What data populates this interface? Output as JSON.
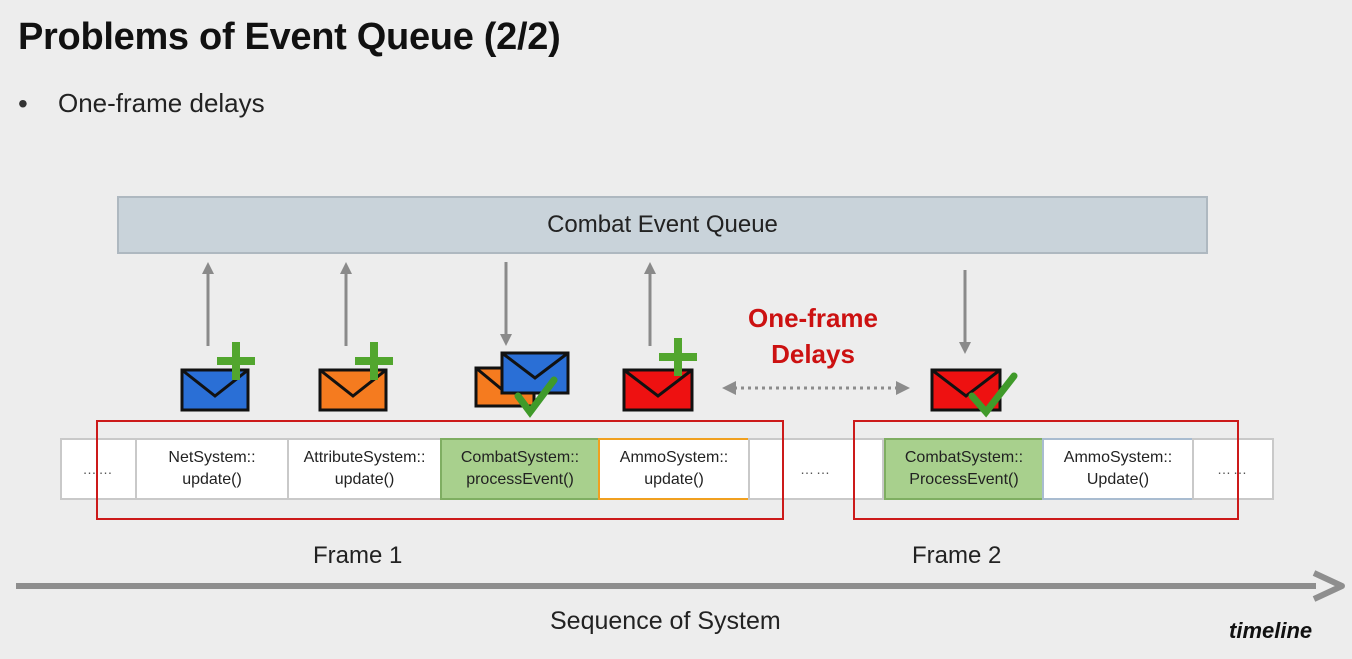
{
  "slide": {
    "title": "Problems of Event Queue (2/2)",
    "bullet": "One-frame delays"
  },
  "diagram": {
    "queue_label": "Combat Event Queue",
    "delay_label_line1": "One-frame",
    "delay_label_line2": "Delays",
    "frame1_label": "Frame 1",
    "frame2_label": "Frame 2",
    "sequence_label": "Sequence of System",
    "timeline_label": "timeline",
    "ellipsis": "……",
    "frame1_cells": [
      {
        "line1": "NetSystem::",
        "line2": "update()"
      },
      {
        "line1": "AttributeSystem::",
        "line2": "update()"
      },
      {
        "line1": "CombatSystem::",
        "line2": "processEvent()"
      },
      {
        "line1": "AmmoSystem::",
        "line2": "update()"
      }
    ],
    "frame2_cells": [
      {
        "line1": "CombatSystem::",
        "line2": "ProcessEvent()"
      },
      {
        "line1": "AmmoSystem::",
        "line2": "Update()"
      }
    ]
  },
  "colors": {
    "envelope_blue": "#2a6fd6",
    "envelope_orange": "#f57b1f",
    "envelope_red": "#ee1111",
    "plus_green": "#52a62e",
    "check_green": "#3f9a2a",
    "frame_border_red": "#cc1a1a",
    "delay_text_red": "#cc1111",
    "queue_fill": "#c9d3da",
    "highlight_green": "#a8d08d"
  },
  "icons": [
    "envelope-icon",
    "plus-icon",
    "checkmark-icon",
    "arrow-up-icon",
    "arrow-down-icon",
    "double-arrow-icon",
    "timeline-arrow-icon"
  ]
}
